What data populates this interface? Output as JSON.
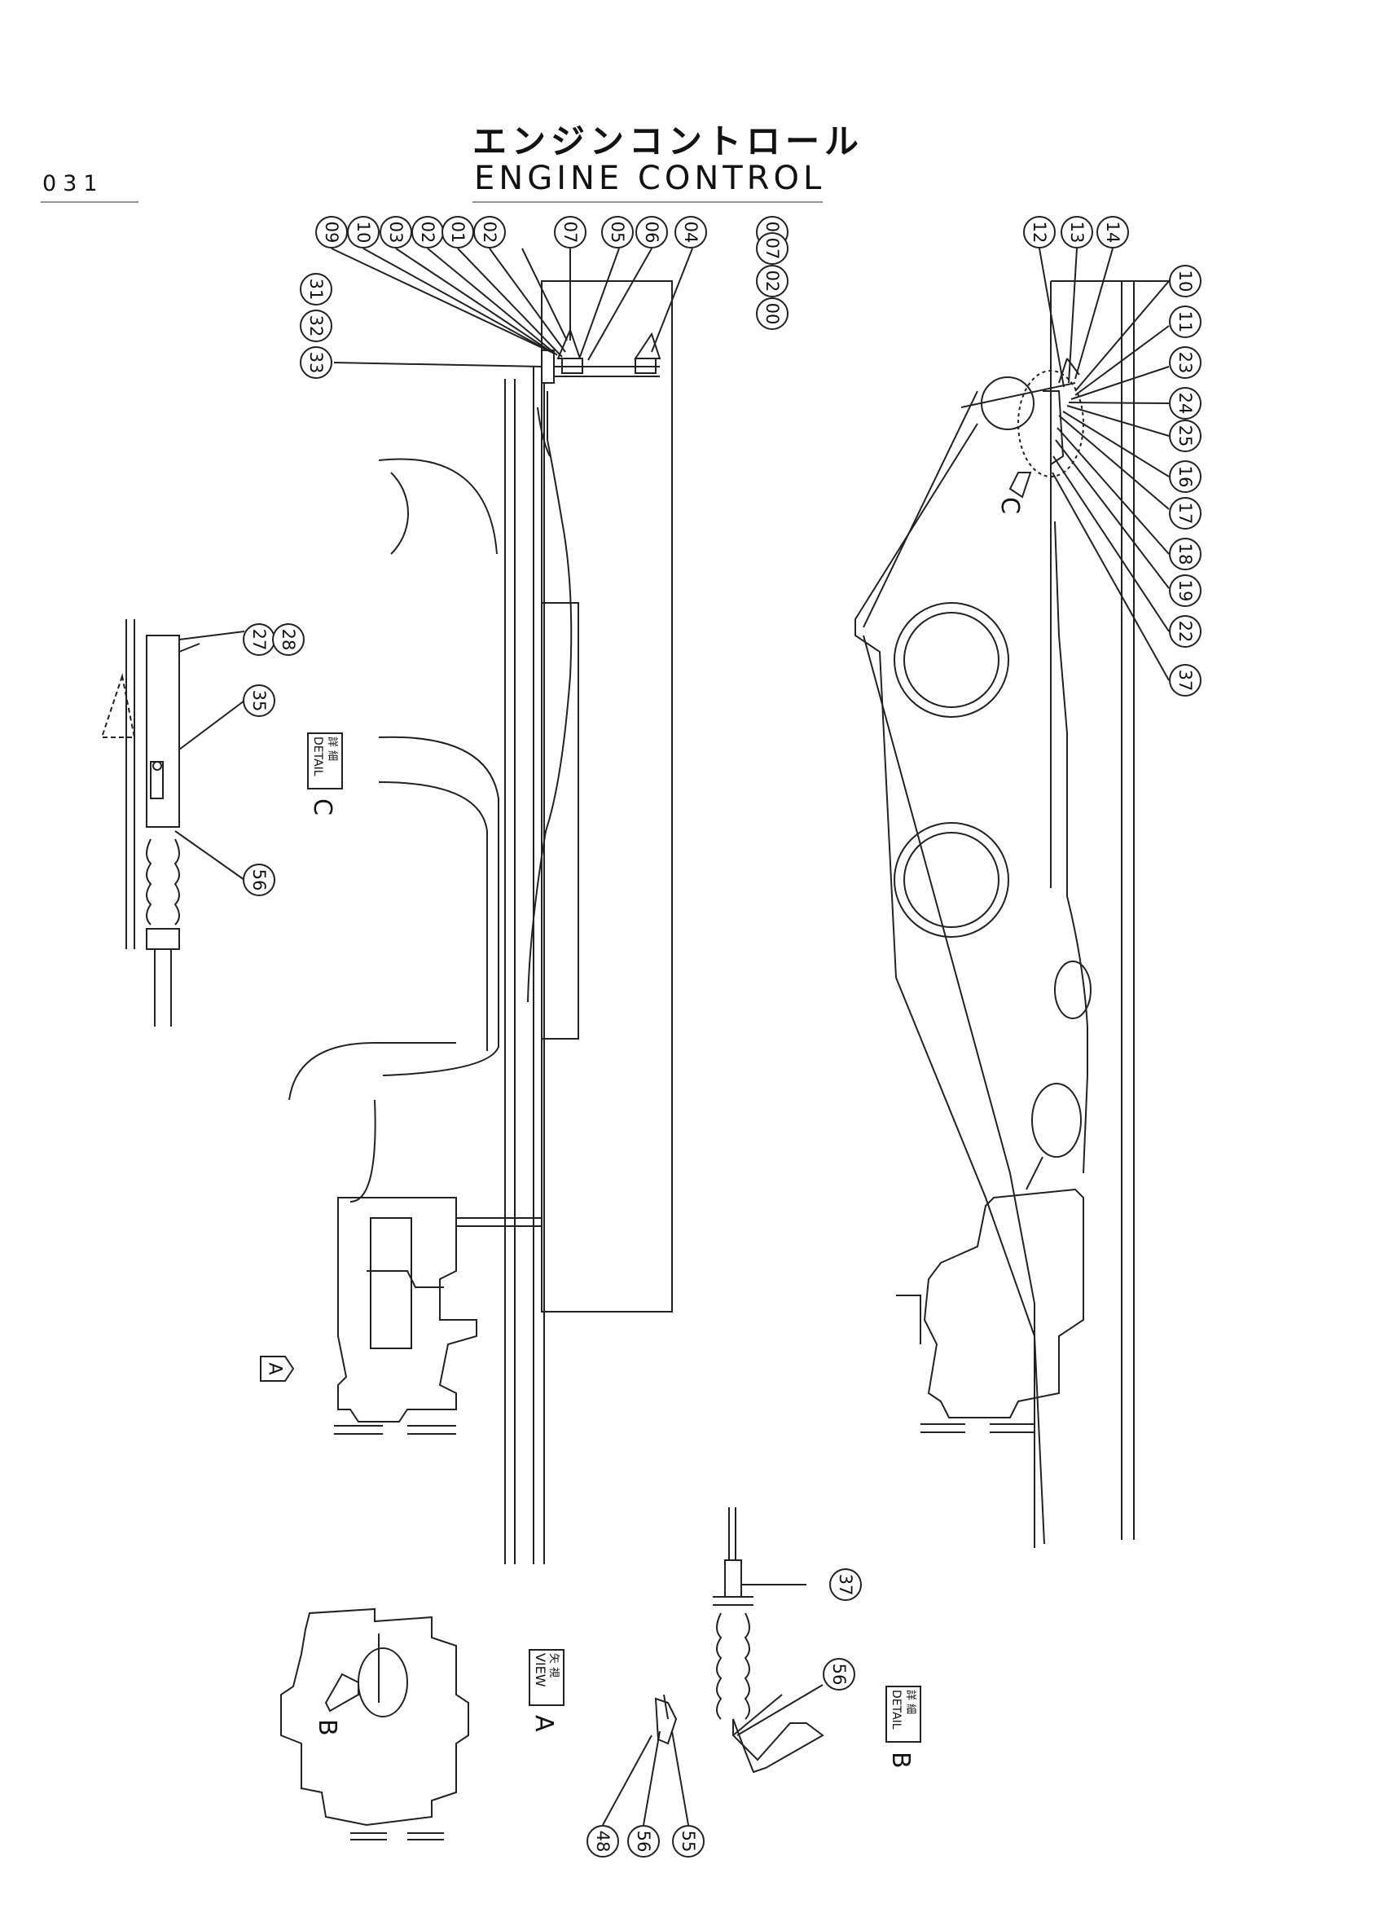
{
  "page": {
    "number": "031"
  },
  "title": {
    "japanese": "エンジンコントロール",
    "english": "ENGINE CONTROL"
  },
  "callouts_top_left": [
    "09",
    "10",
    "03",
    "02",
    "01",
    "02",
    "07",
    "05",
    "06",
    "04",
    "07"
  ],
  "callouts_left_column": [
    "33",
    "32",
    "31"
  ],
  "callouts_right_group": [
    "00",
    "02",
    "07"
  ],
  "callouts_top_right": [
    "12",
    "13",
    "14"
  ],
  "callouts_right_column": [
    "10",
    "11",
    "23",
    "24",
    "25",
    "16",
    "17",
    "18",
    "19",
    "22",
    "37"
  ],
  "detail_c": {
    "callouts": [
      "27",
      "28",
      "35",
      "56"
    ],
    "label_jp": "詳 細",
    "label_en": "DETAIL",
    "letter": "C"
  },
  "detail_b": {
    "callouts": [
      "37",
      "56"
    ],
    "label_jp": "詳 細",
    "label_en": "DETAIL",
    "letter": "B"
  },
  "view_a": {
    "label_jp": "矢 視",
    "label_en": "VIEW",
    "letter": "A",
    "pointer_letter": "B"
  },
  "bottom_callouts": [
    "48",
    "56",
    "55"
  ],
  "markers": {
    "c_pointer": "C",
    "a_arrow": "A"
  }
}
